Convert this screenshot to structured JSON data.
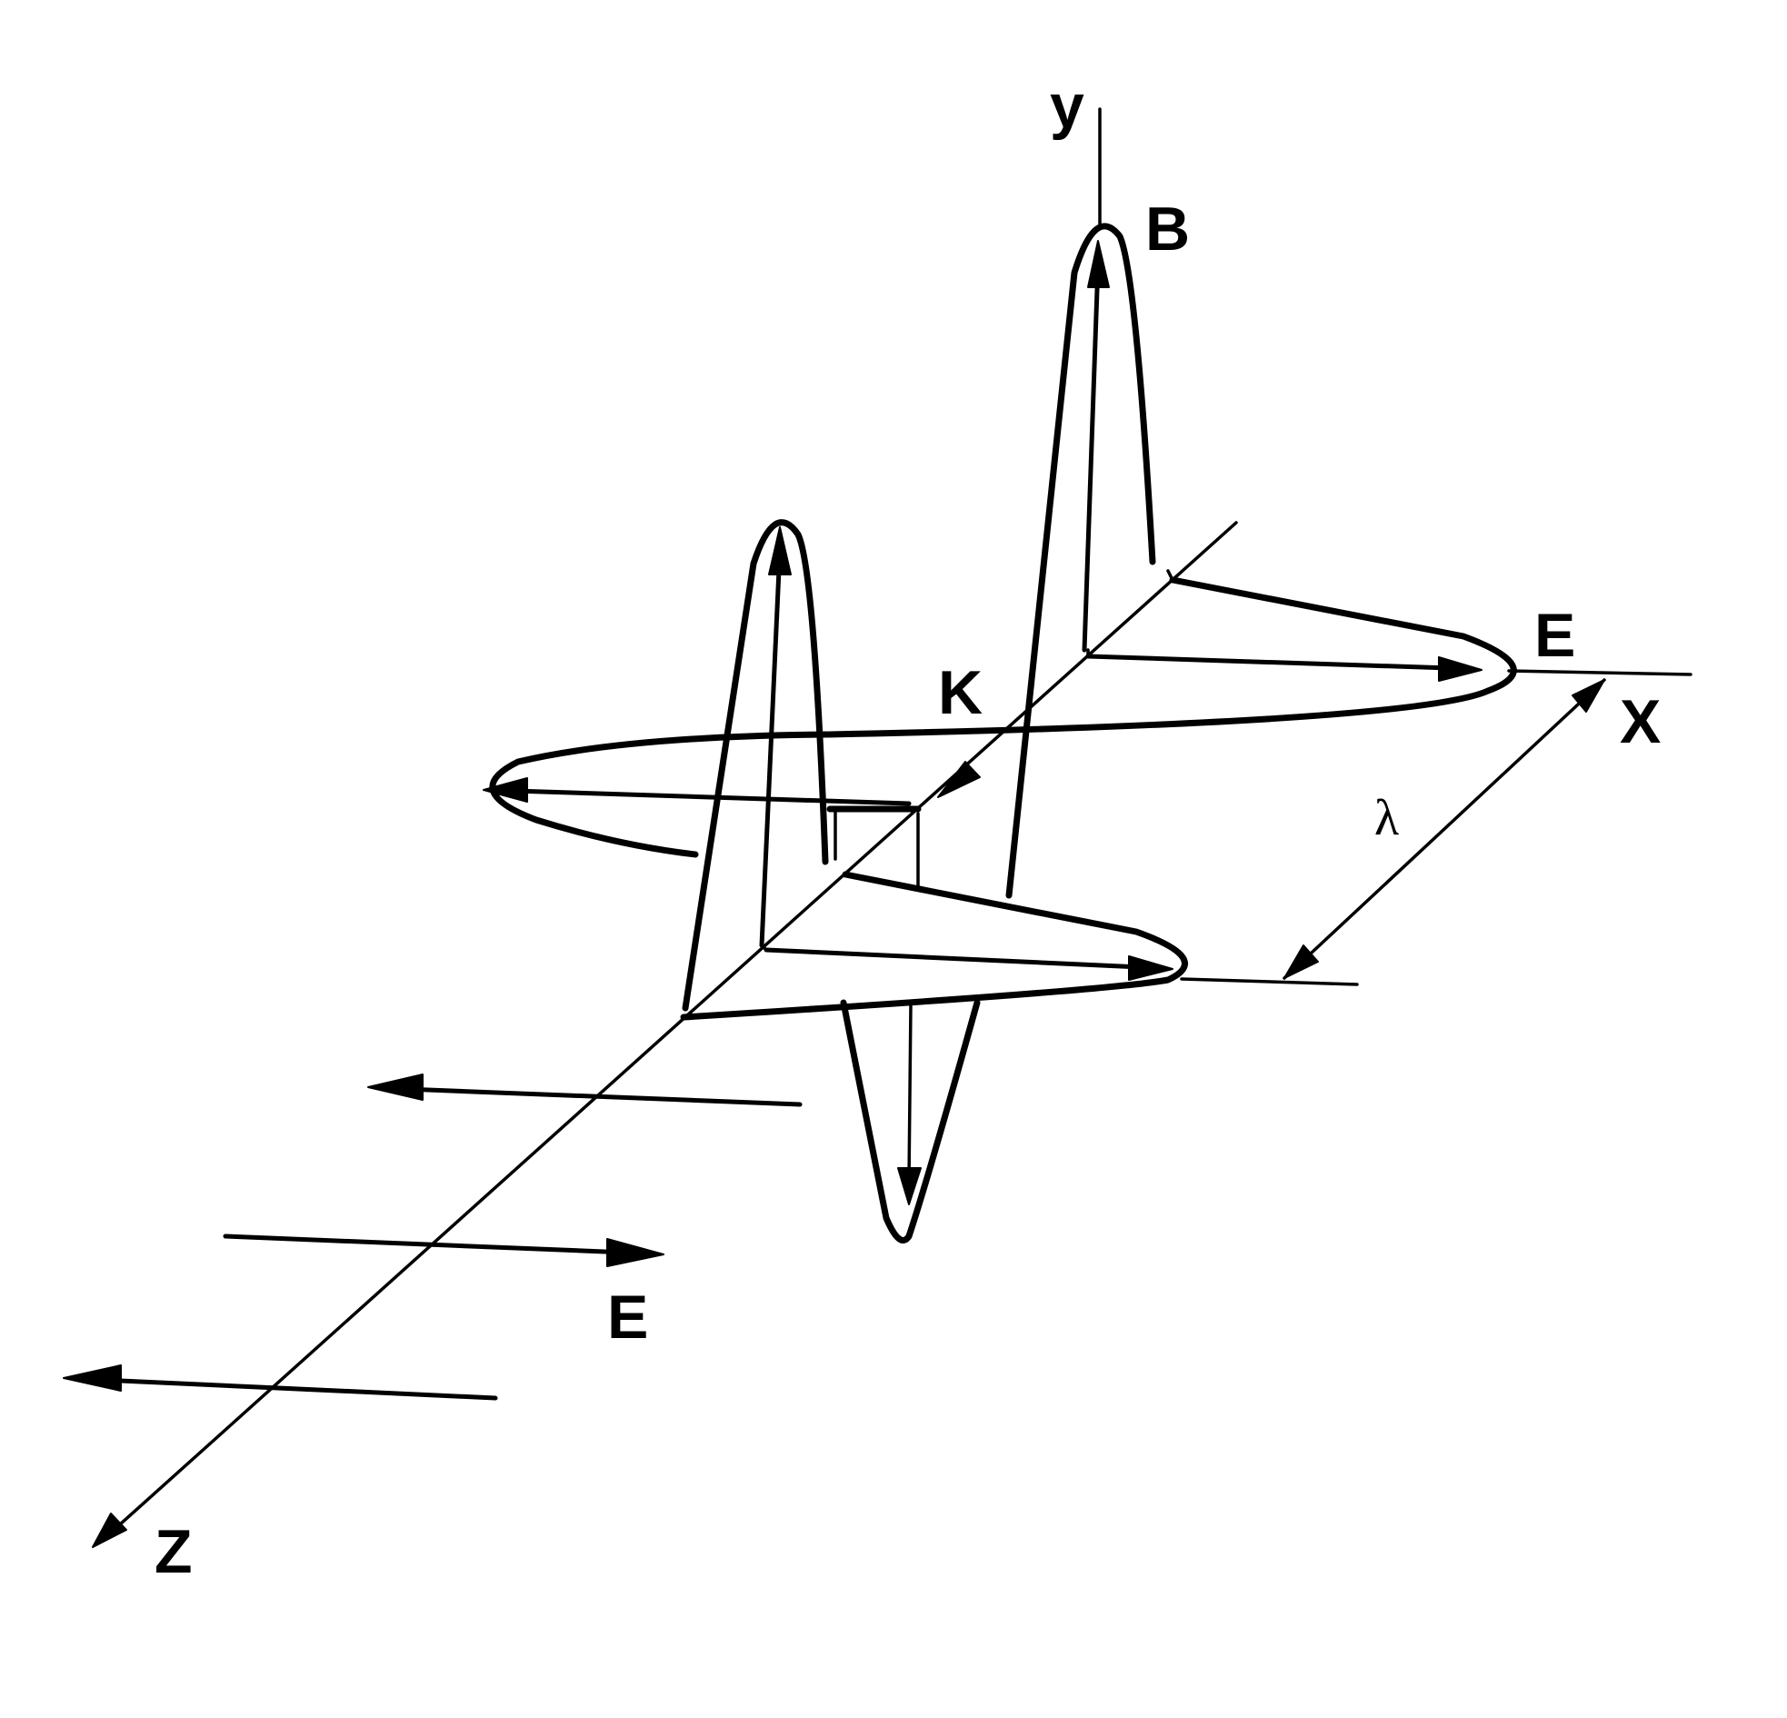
{
  "labels": {
    "y_axis": "y",
    "x_axis": "X",
    "z_axis": "Z",
    "b_field": "B",
    "e_field_upper": "E",
    "e_field_lower": "E",
    "k_vector": "K",
    "wavelength": "λ"
  }
}
